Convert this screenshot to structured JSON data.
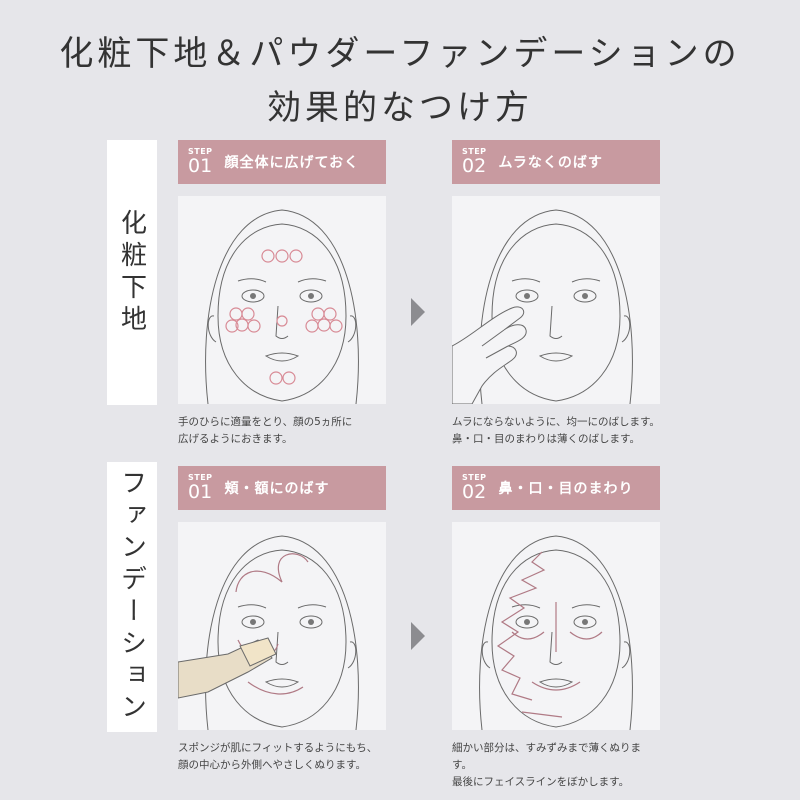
{
  "title": {
    "line1": "化粧下地＆パウダーファンデーションの",
    "line2": "効果的なつけ方"
  },
  "sections": [
    {
      "label": "化粧下地",
      "steps": [
        {
          "step_word": "STEP",
          "step_num": "01",
          "heading": "顔全体に広げておく",
          "caption_lines": [
            "手のひらに適量をとり、顔の5ヵ所に",
            "広げるようにおきます。"
          ]
        },
        {
          "step_word": "STEP",
          "step_num": "02",
          "heading": "ムラなくのばす",
          "caption_lines": [
            "ムラにならないように、均一にのばします。",
            "鼻・口・目のまわりは薄くのばします。"
          ]
        }
      ]
    },
    {
      "label": "ファンデーション",
      "steps": [
        {
          "step_word": "STEP",
          "step_num": "01",
          "heading": "頬・額にのばす",
          "caption_lines": [
            "スポンジが肌にフィットするようにもち、",
            "顔の中心から外側へやさしくぬります。"
          ]
        },
        {
          "step_word": "STEP",
          "step_num": "02",
          "heading": "鼻・口・目のまわり",
          "caption_lines": [
            "細かい部分は、すみずみまで薄くぬります。",
            "最後にフェイスラインをぼかします。"
          ]
        }
      ]
    }
  ],
  "colors": {
    "step_bar": "#c89aa0",
    "background": "#e6e6ea",
    "panel_bg": "#f4f4f6",
    "arrow": "#8c8c90"
  }
}
